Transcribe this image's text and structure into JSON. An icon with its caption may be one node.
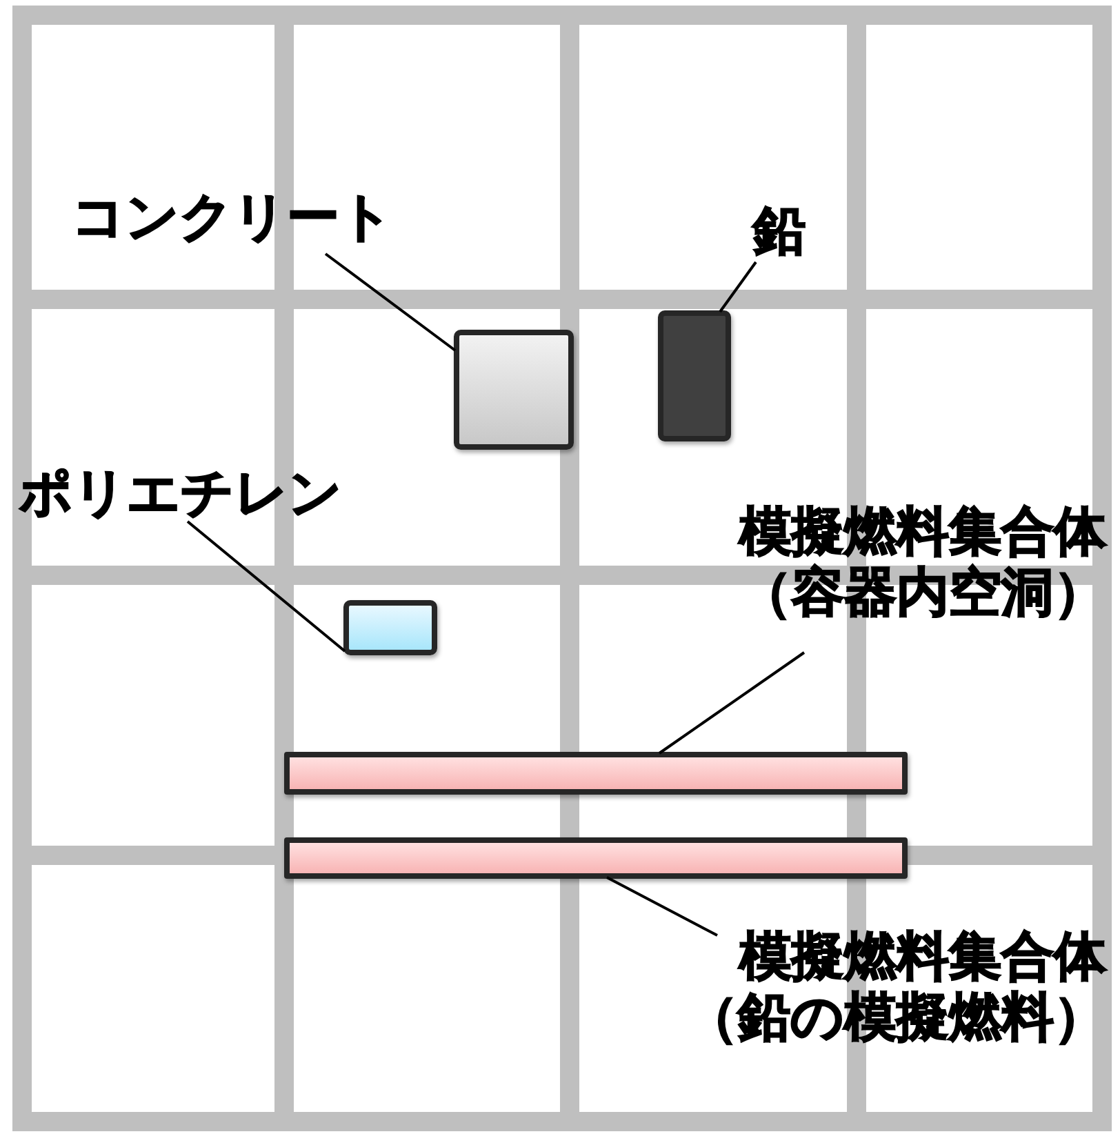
{
  "diagram": {
    "nodes": [
      {
        "text": [
          "コンクリート"
        ]
      },
      {
        "text": [],
        "shape": "box"
      },
      {
        "text": [
          "鉛"
        ]
      },
      {
        "text": [],
        "shape": "box"
      },
      {
        "text": [
          "ポリエチレン"
        ]
      },
      {
        "text": [],
        "shape": "box"
      },
      {
        "text": [
          "模擬燃料集合体（容器内空洞）"
        ]
      },
      {
        "text": [],
        "shape": "bar"
      },
      {
        "text": [],
        "shape": "bar"
      },
      {
        "text": [
          "模擬燃料集合体（鉛の模擬燃料）"
        ]
      }
    ],
    "edges": [
      {
        "from": 0,
        "to": 1,
        "arrow": "none"
      },
      {
        "from": 2,
        "to": 3,
        "arrow": "none"
      },
      {
        "from": 4,
        "to": 5,
        "arrow": "none"
      },
      {
        "from": 6,
        "to": 7,
        "arrow": "none"
      },
      {
        "from": 9,
        "to": 8,
        "arrow": "none"
      }
    ]
  }
}
